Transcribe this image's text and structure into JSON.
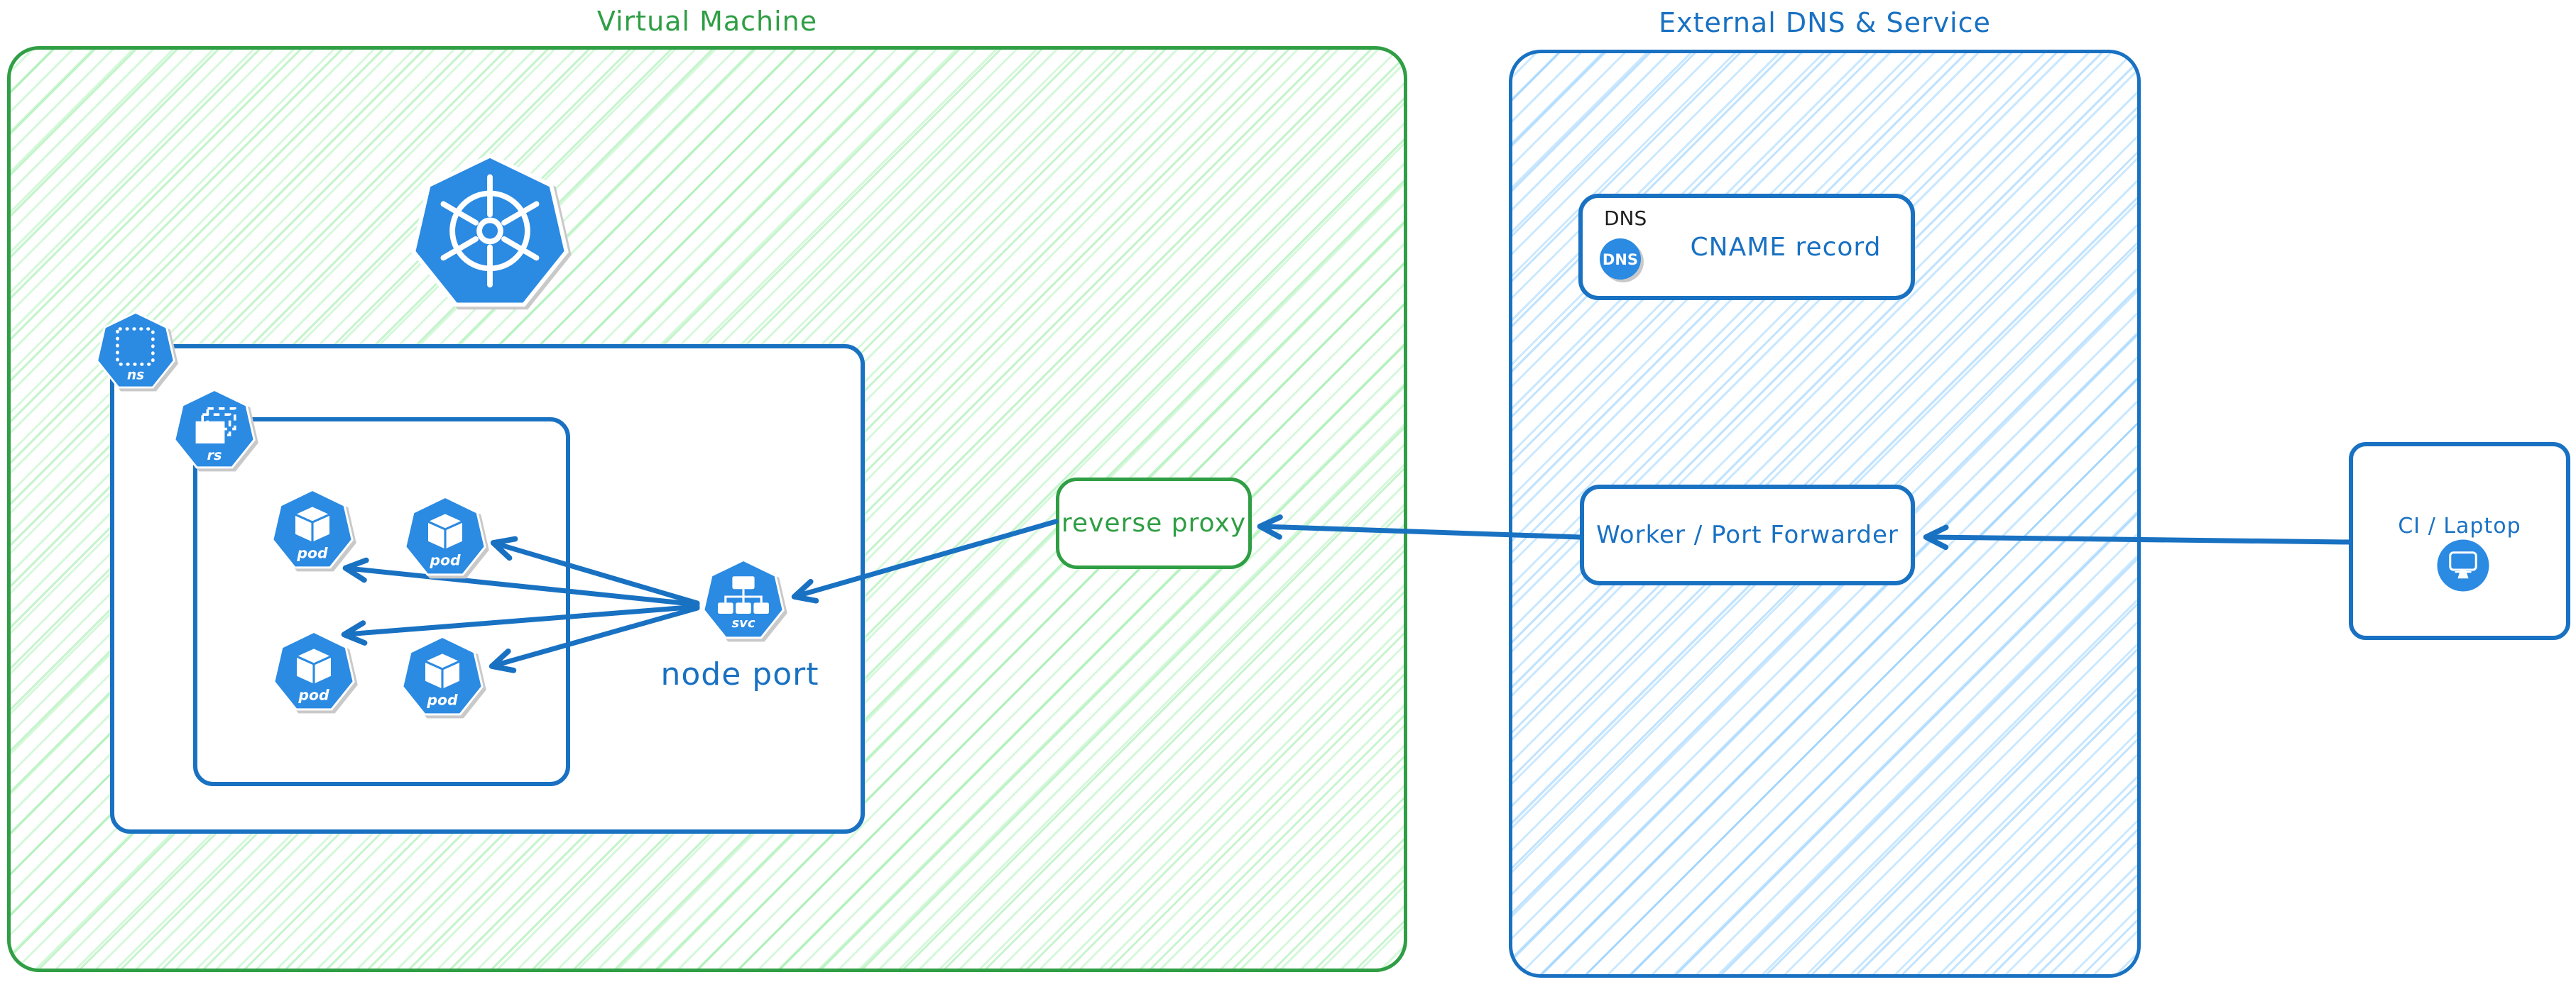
{
  "vm_group": {
    "title": "Virtual Machine",
    "kubernetes_cluster": {
      "namespace_label": "ns",
      "replicaset_label": "rs",
      "pod_label": "pod",
      "pod_count": 4,
      "service_label": "svc",
      "service_caption": "node port"
    },
    "reverse_proxy_label": "reverse proxy"
  },
  "external_group": {
    "title": "External DNS & Service",
    "dns_card": {
      "tag": "DNS",
      "icon_label": "DNS",
      "record": "CNAME record"
    },
    "worker_label": "Worker / Port Forwarder"
  },
  "client": {
    "label": "CI / Laptop"
  },
  "edges": [
    {
      "from": "ci-laptop",
      "to": "worker-port-forwarder"
    },
    {
      "from": "worker-port-forwarder",
      "to": "reverse-proxy"
    },
    {
      "from": "reverse-proxy",
      "to": "node-port-service"
    },
    {
      "from": "node-port-service",
      "to": "pod-1"
    },
    {
      "from": "node-port-service",
      "to": "pod-2"
    },
    {
      "from": "node-port-service",
      "to": "pod-3"
    },
    {
      "from": "node-port-service",
      "to": "pod-4"
    }
  ],
  "colors": {
    "green_stroke": "#2f9e44",
    "green_hatch": "#b2f2bb",
    "blue_stroke": "#1971c2",
    "blue_hatch": "#a5d8ff",
    "icon_blue": "#2b8ae2",
    "icon_text": "#ffffff",
    "dns_tag_color": "#1e1e1e"
  }
}
